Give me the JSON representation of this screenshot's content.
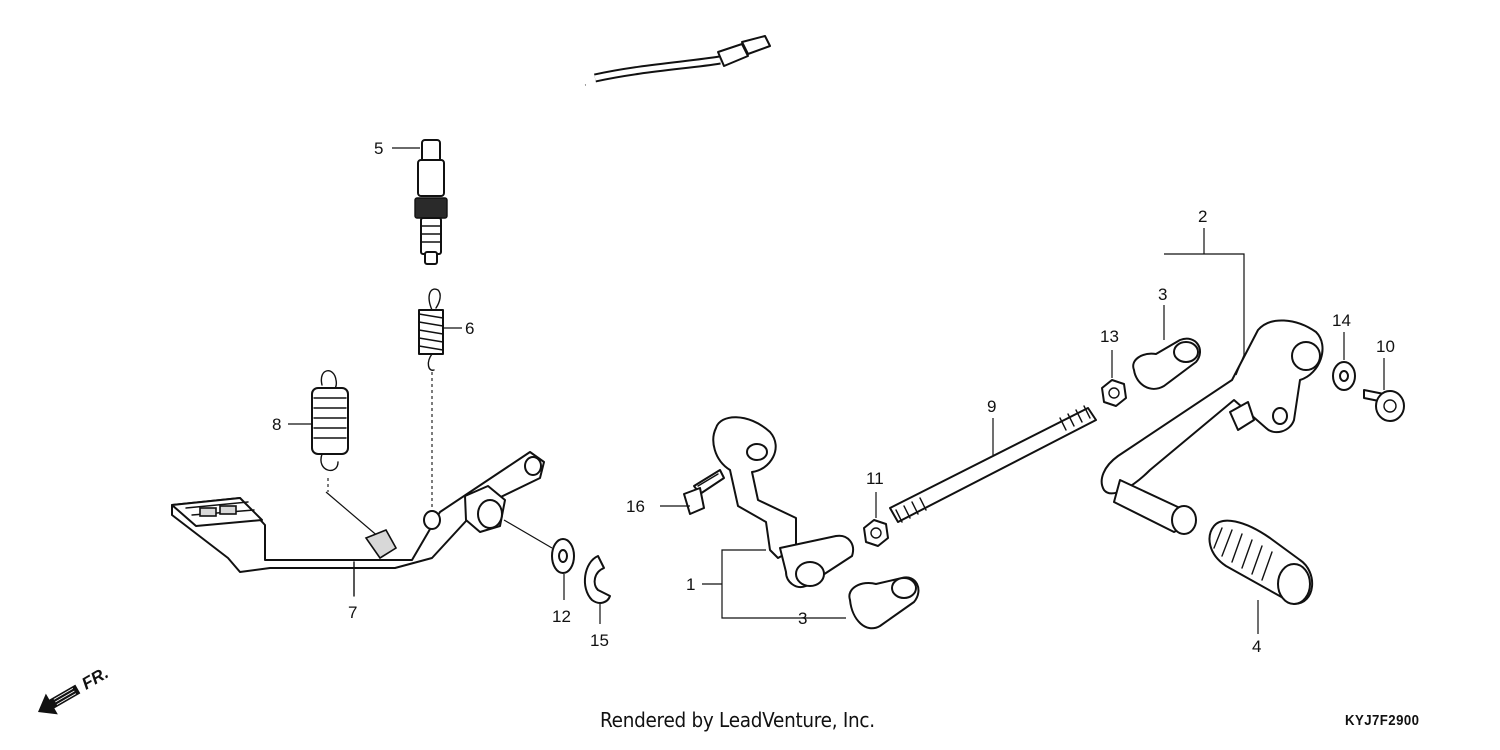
{
  "callouts": {
    "c1": "1",
    "c2": "2",
    "c3a": "3",
    "c3b": "3",
    "c4": "4",
    "c5": "5",
    "c6": "6",
    "c7": "7",
    "c8": "8",
    "c9": "9",
    "c10": "10",
    "c11": "11",
    "c12": "12",
    "c13": "13",
    "c14": "14",
    "c15": "15",
    "c16": "16"
  },
  "direction_label": "FR.",
  "footer": {
    "credit": "Rendered by LeadVenture, Inc.",
    "diagram_code": "KYJ7F2900"
  }
}
